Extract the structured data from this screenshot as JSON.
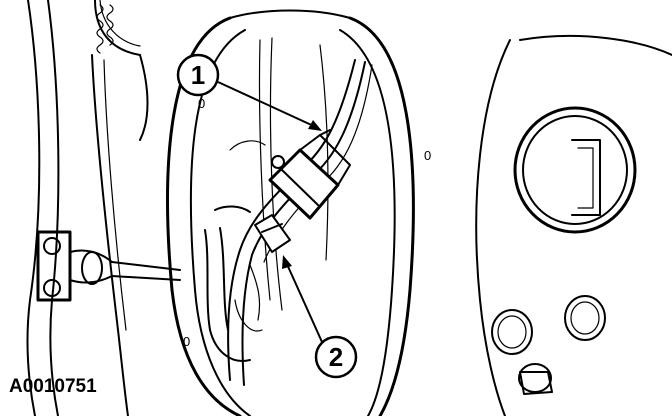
{
  "figure": {
    "id_label": "A0010751",
    "callouts": [
      {
        "number": "1"
      },
      {
        "number": "2"
      }
    ],
    "hole_marks": [
      "0",
      "0",
      "0"
    ]
  }
}
